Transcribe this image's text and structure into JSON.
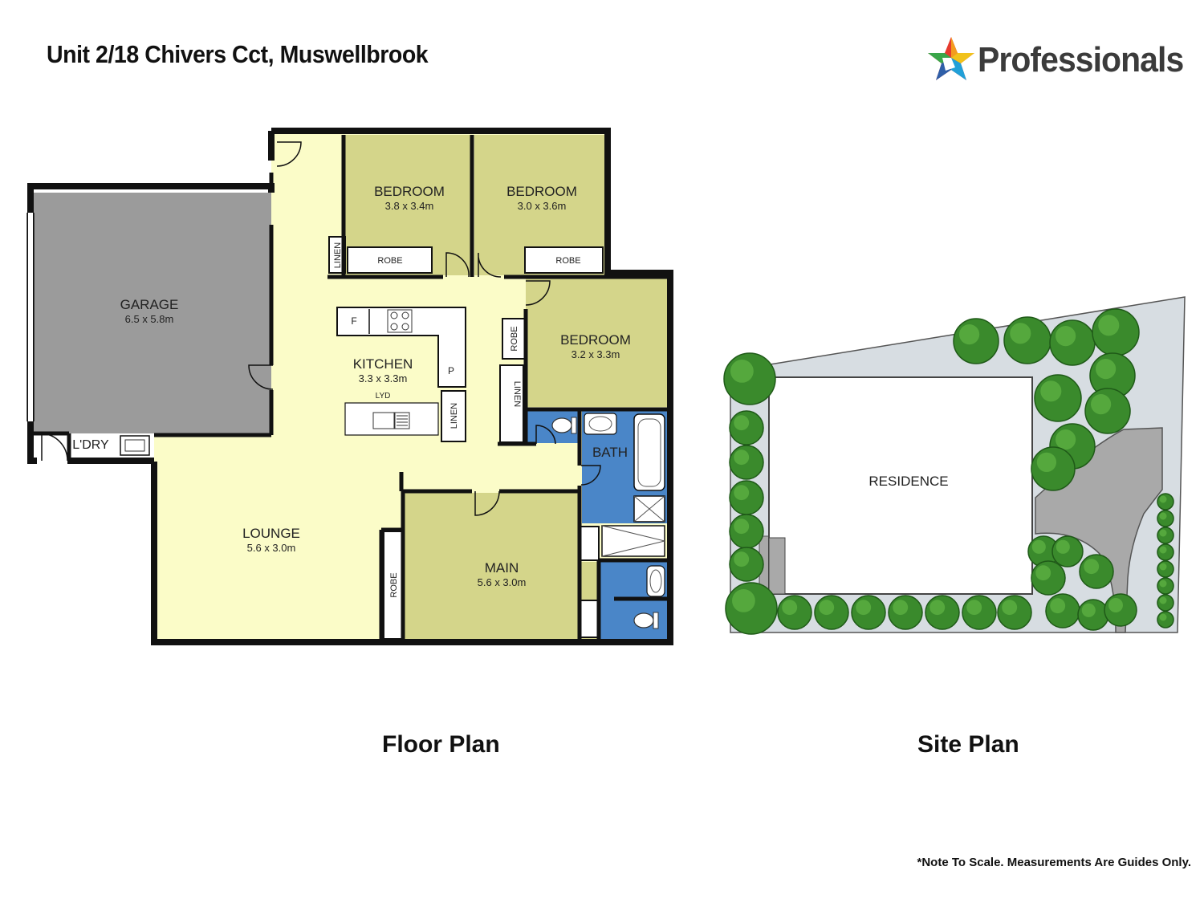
{
  "header": {
    "title": "Unit 2/18 Chivers Cct, Muswellbrook"
  },
  "brand": {
    "name": "Professionals",
    "icon": "star-logo-icon"
  },
  "floor_plan": {
    "caption": "Floor Plan",
    "rooms": {
      "garage": {
        "name": "GARAGE",
        "size": "6.5 x 5.8m"
      },
      "bedroom1": {
        "name": "BEDROOM",
        "size": "3.8 x 3.4m"
      },
      "bedroom2": {
        "name": "BEDROOM",
        "size": "3.0 x 3.6m"
      },
      "bedroom3": {
        "name": "BEDROOM",
        "size": "3.2 x 3.3m"
      },
      "kitchen": {
        "name": "KITCHEN",
        "size": "3.3 x 3.3m"
      },
      "lounge": {
        "name": "LOUNGE",
        "size": "5.6 x 3.0m"
      },
      "main": {
        "name": "MAIN",
        "size": "5.6 x 3.0m"
      },
      "bath": {
        "name": "BATH"
      },
      "laundry": {
        "name": "L'DRY"
      }
    },
    "fixtures": {
      "robe": "ROBE",
      "linen": "LINEN",
      "fridge": "F",
      "pantry": "P",
      "lyd": "LYD"
    }
  },
  "site_plan": {
    "caption": "Site Plan",
    "residence": "RESIDENCE"
  },
  "footer": {
    "note": "*Note To Scale. Measurements Are Guides Only."
  },
  "colors": {
    "hall": "#fbfcc8",
    "bedroom": "#d4d58a",
    "garage": "#9b9b9b",
    "wet": "#4a86c8",
    "wall": "#111111",
    "site_ground": "#d7dde2",
    "driveway": "#a9a9a9",
    "tree": "#3a8a2c"
  }
}
